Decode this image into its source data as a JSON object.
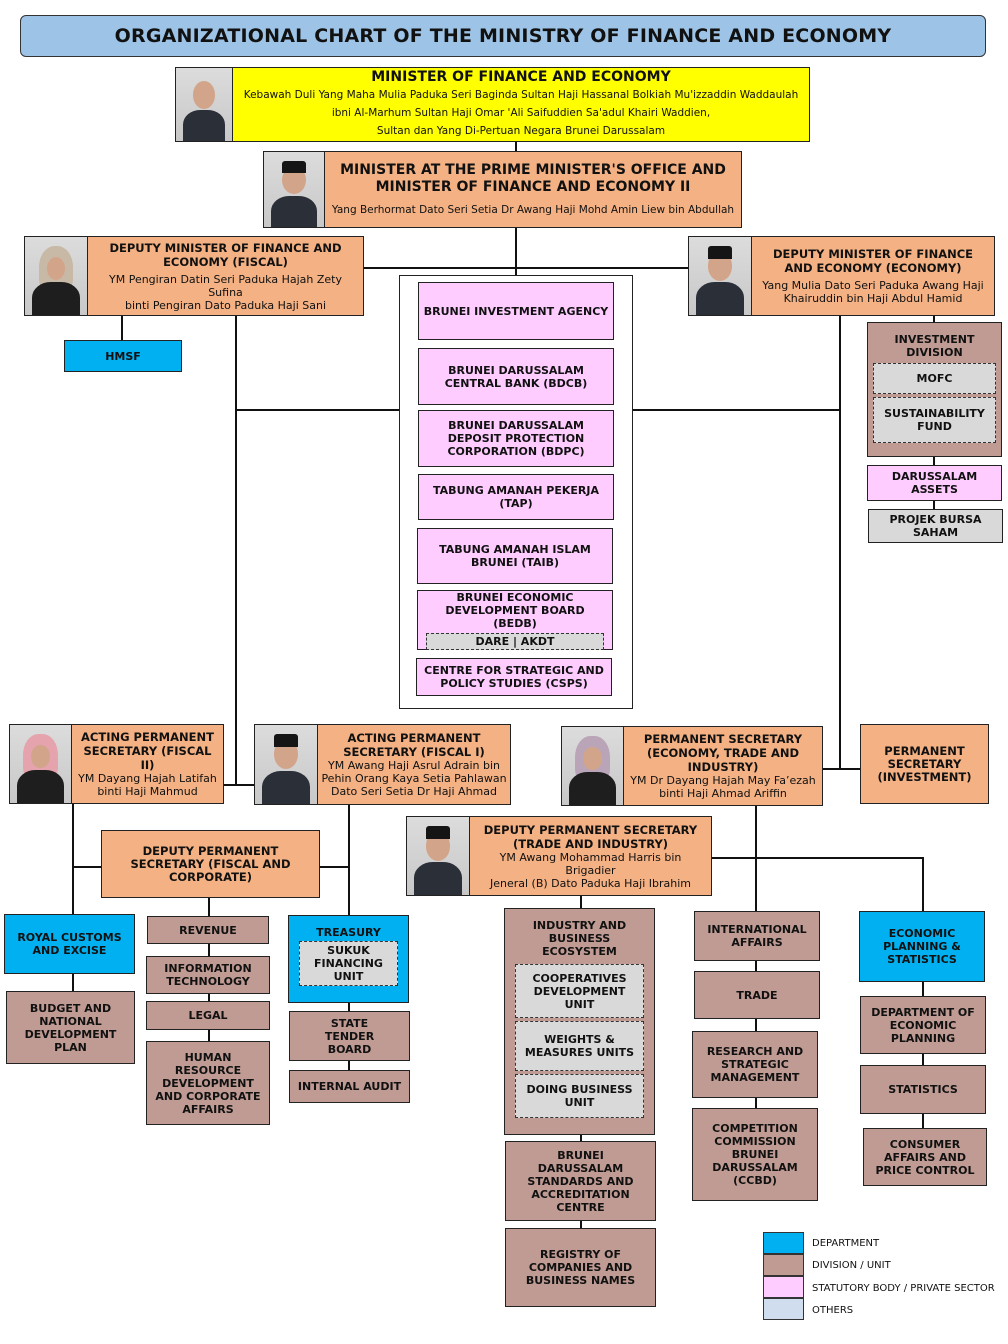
{
  "title": "ORGANIZATIONAL  CHART OF THE MINISTRY OF FINANCE AND ECONOMY",
  "colors": {
    "title_bar": "#9dc3e6",
    "minister": "#ffff00",
    "leadership": "#f4b183",
    "department": "#00b0f0",
    "division_unit": "#bf9b93",
    "statutory_body": "#ffccff",
    "others": "#d9d9d9"
  },
  "minister": {
    "title": "MINISTER OF FINANCE AND ECONOMY",
    "name_lines": [
      "Kebawah Duli Yang Maha Mulia Paduka Seri Baginda Sultan Haji  Hassanal  Bolkiah Mu'izzaddin  Waddaulah",
      "ibni Al-Marhum  Sultan Haji  Omar  'Ali Saifuddien Sa'adul Khairi  Waddien,",
      "Sultan dan Yang Di-Pertuan Negara Brunei Darussalam"
    ]
  },
  "minister2": {
    "title_lines": [
      "MINISTER AT THE PRIME MINISTER'S OFFICE AND",
      "MINISTER OF FINANCE AND ECONOMY II"
    ],
    "name": "Yang Berhormat Dato Seri Setia Dr Awang Haji Mohd Amin Liew bin Abdullah"
  },
  "deputy_fiscal": {
    "title_lines": [
      "DEPUTY  MINISTER  OF  FINANCE  AND",
      "ECONOMY  (FISCAL)"
    ],
    "name_lines": [
      "YM Pengiran Datin Seri Paduka Hajah  Zety Sufina",
      "binti Pengiran Dato Paduka Haji Sani"
    ]
  },
  "deputy_economy": {
    "title_lines": [
      "DEPUTY  MINISTER  OF  FINANCE",
      "AND  ECONOMY  (ECONOMY)"
    ],
    "name_lines": [
      "Yang Mulia Dato Seri Paduka Awang Haji",
      "Khairuddin bin Haji Abdul Hamid"
    ]
  },
  "hmsf": "HMSF",
  "statutory_bodies": [
    "BRUNEI  INVESTMENT   AGENCY",
    "BRUNEI  DARUSSALAM CENTRAL BANK (BDCB)",
    "BRUNEI  DARUSSALAM DEPOSIT PROTECTION  CORPORATION (BDPC)",
    "TABUNG  AMANAH PEKERJA (TAP)",
    "TABUNG  AMANAH ISLAM BRUNEI  (TAIB)",
    "BRUNEI  ECONOMIC DEVELOPMENT  BOARD (BEDB)",
    "CENTRE FOR STRATEGIC AND POLICY STUDIES (CSPS)"
  ],
  "bedb_sub": "DARE  |  AKDT",
  "investment_division": {
    "title": "INVESTMENT DIVISION",
    "units": [
      "MOFC",
      "SUSTAINABILITY FUND"
    ]
  },
  "darussalam_assets": "DARUSSALAM ASSETS",
  "projek_bursa": "PROJEK BURSA SAHAM",
  "ps_fiscal2": {
    "title_lines": [
      "ACTING  PERMANENT",
      "SECRETARY (FISCAL II)"
    ],
    "name_lines": [
      "YM Dayang Hajah Latifah",
      "binti Haji  Mahmud"
    ]
  },
  "ps_fiscal1": {
    "title_lines": [
      "ACTING  PERMANENT",
      "SECRETARY (FISCAL I)"
    ],
    "name_lines": [
      "YM Awang Haji Asrul Adrain bin",
      "Pehin Orang Kaya  Setia Pahlawan",
      "Dato Seri Setia Dr Haji Ahmad"
    ]
  },
  "ps_economy": {
    "title_lines": [
      "PERMANENT  SECRETARY",
      "(ECONOMY,  TRADE AND",
      "INDUSTRY)"
    ],
    "name_lines": [
      "YM Dr Dayang Hajah  May Fa’ezah",
      "binti Haji  Ahmad Ariffin"
    ]
  },
  "ps_investment": "PERMANENT SECRETARY (INVESTMENT)",
  "dps_fiscal": "DEPUTY PERMANENT SECRETARY (FISCAL AND CORPORATE)",
  "dps_trade": {
    "title_lines": [
      "DEPUTY PERMANENT SECRETARY",
      "(TRADE AND INDUSTRY)"
    ],
    "name_lines": [
      "YM Awang Mohammad Harris bin  Brigadier",
      "Jeneral (B) Dato Paduka Haji Ibrahim"
    ]
  },
  "fiscal_col1": [
    "ROYAL CUSTOMS AND EXCISE",
    "BUDGET  AND NATIONAL DEVELOPMENT PLAN"
  ],
  "fiscal_col2": [
    "REVENUE",
    "INFORMATION TECHNOLOGY",
    "LEGAL",
    "HUMAN RESOURCE DEVELOPMENT AND CORPORATE AFFAIRS"
  ],
  "treasury": {
    "title": "TREASURY",
    "unit": "SUKUK FINANCING UNIT"
  },
  "fiscal_col3": [
    "STATE  TENDER BOARD",
    "INTERNAL  AUDIT"
  ],
  "ibe": {
    "title": "INDUSTRY  AND BUSINESS ECOSYSTEM",
    "units": [
      "COOPERATIVES DEVELOPMENT UNIT",
      "WEIGHTS  & MEASURES  UNITS",
      "DOING  BUSINESS UNIT"
    ]
  },
  "trade_col1_below": [
    "BRUNEI DARUSSALAM STANDARDS  AND ACCREDITATION CENTRE",
    "REGISTRY  OF COMPANIES  AND BUSINESS  NAMES"
  ],
  "trade_col2": [
    "INTERNATIONAL AFFAIRS",
    "TRADE",
    "RESEARCH  AND STRATEGIC MANAGEMENT",
    "COMPETITION COMMISSION BRUNEI DARUSSALAM (CCBD)"
  ],
  "econ_col": [
    "ECONOMIC PLANNING  & STATISTICS",
    "DEPARTMENT  OF ECONOMIC PLANNING",
    "STATISTICS",
    "CONSUMER AFFAIRS  AND PRICE  CONTROL"
  ],
  "legend": [
    {
      "label": "DEPARTMENT",
      "color": "#00b0f0"
    },
    {
      "label": "DIVISION / UNIT",
      "color": "#bf9b93"
    },
    {
      "label": "STATUTORY BODY  / PRIVATE SECTOR",
      "color": "#ffccff"
    },
    {
      "label": "OTHERS",
      "color": "#d0ddee"
    }
  ]
}
